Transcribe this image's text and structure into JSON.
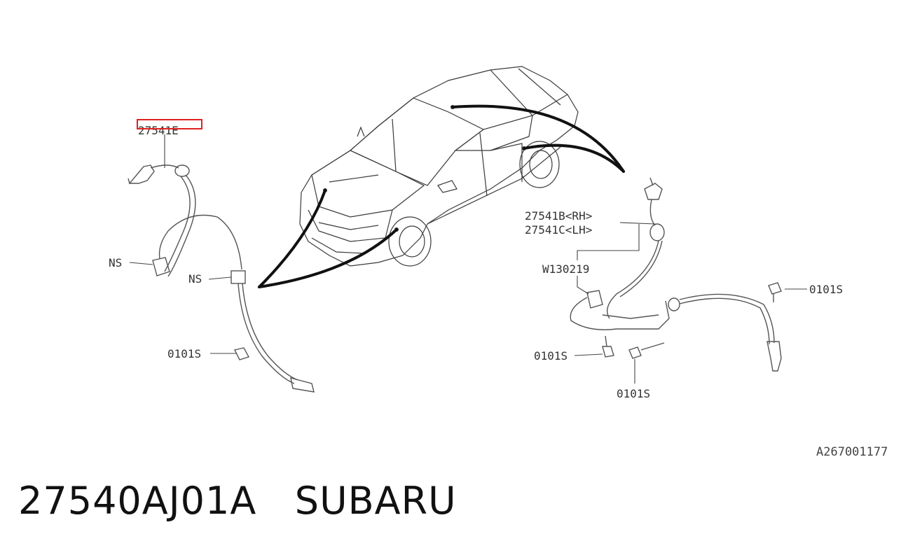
{
  "diagram": {
    "part_labels": {
      "front_sensor": "27541E",
      "rear_rh": "27541B<RH>",
      "rear_lh": "27541C<LH>",
      "clip_ref": "W130219",
      "ns_upper": "NS",
      "ns_lower": "NS",
      "bolt_left": "0101S",
      "bolt_right_top": "0101S",
      "bolt_right_mid": "0101S",
      "bolt_right_bottom": "0101S"
    },
    "reference_code": "A267001177",
    "highlight_color": "#e02020"
  },
  "footer": {
    "title": "27540AJ01A   SUBARU"
  }
}
